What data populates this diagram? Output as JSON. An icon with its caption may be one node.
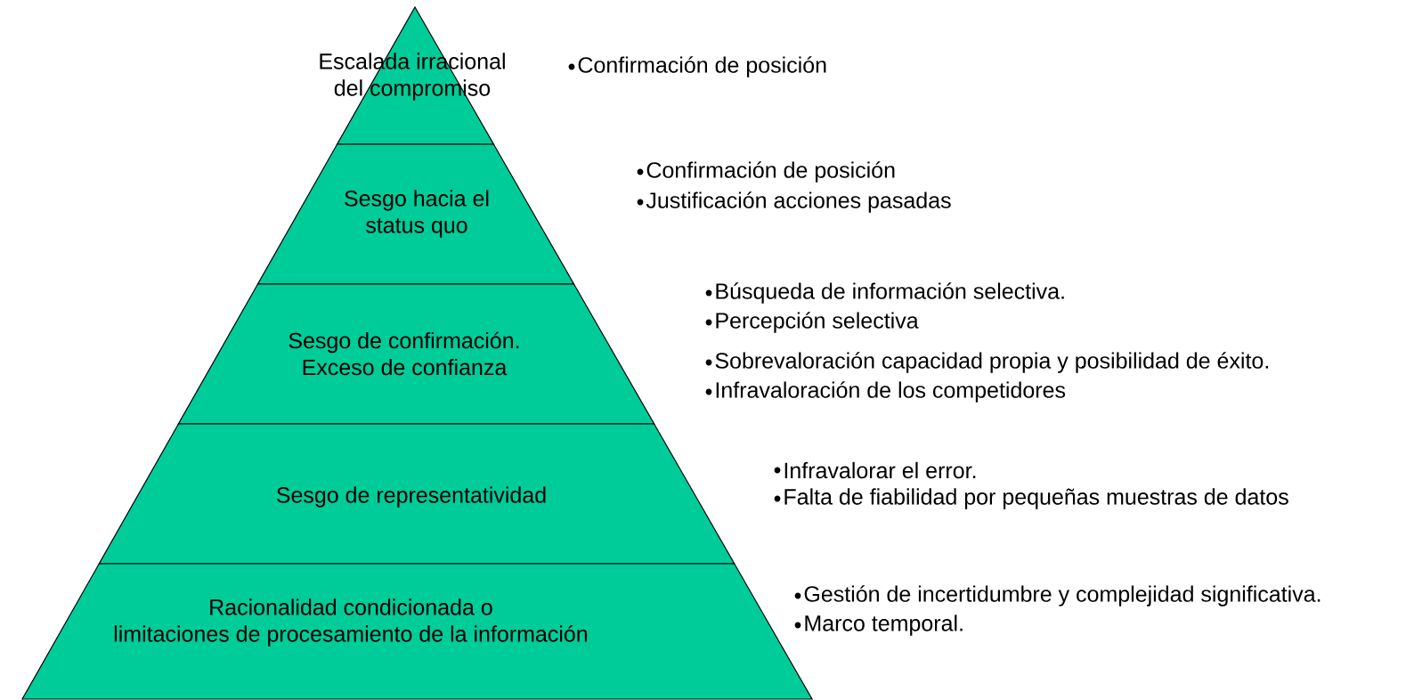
{
  "diagram": {
    "nodes": [
      {
        "text": [
          "Escalada irracional del compromiso"
        ]
      },
      {
        "text": [
          "Sesgo hacia el status quo"
        ]
      },
      {
        "text": [
          "Sesgo de confirmación. Exceso de confianza"
        ]
      },
      {
        "text": [
          "Sesgo de representatividad"
        ]
      },
      {
        "text": [
          "Racionalidad condicionada o limitaciones de procesamiento de la información"
        ]
      }
    ],
    "labels": [
      "Confirmación de posición",
      "Confirmación de posición",
      "Justificación acciones pasadas",
      "Búsqueda de información selectiva.",
      "Percepción selectiva",
      "Sobrevaloración capacidad propia y posibilidad de éxito.",
      "Infravaloración de los competidores",
      "Infravalorar el error.",
      "Falta de fiabilidad por pequeñas muestras de datos",
      "Gestión de incertidumbre y complejidad significativa.",
      "Marco temporal."
    ]
  }
}
